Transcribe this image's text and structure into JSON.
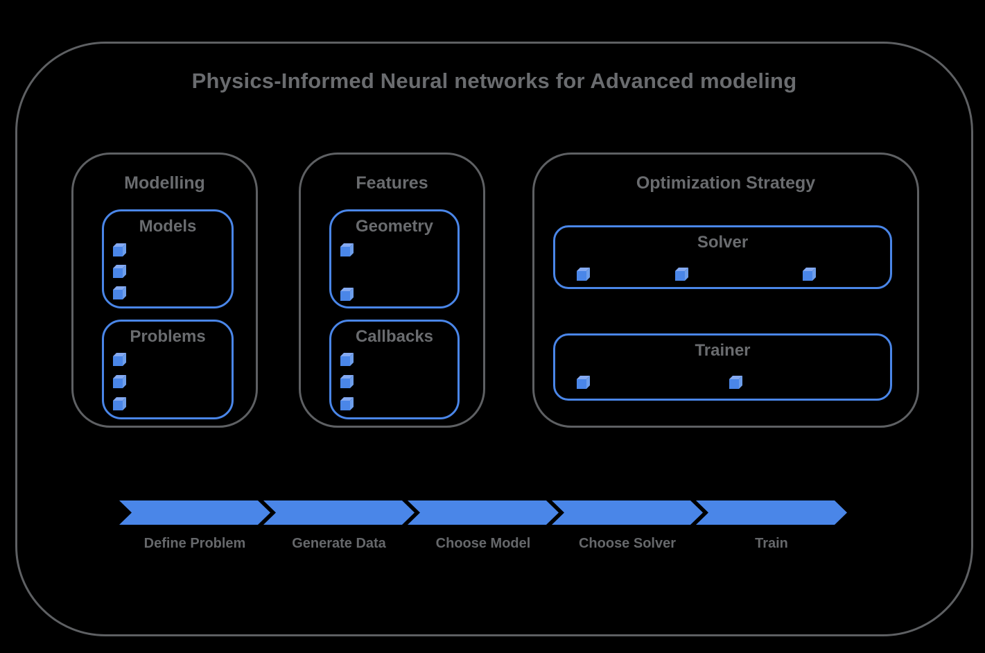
{
  "title": "Physics-Informed Neural networks for Advanced modeling",
  "colors": {
    "background": "#000000",
    "outline_gray": "#5e6063",
    "text_gray": "#6a6c6f",
    "accent_blue": "#4a86e8",
    "cube_front": "#4a86e8",
    "cube_top": "#85aaf2",
    "cube_side": "#6d9eeb"
  },
  "panels": [
    {
      "label": "Modelling",
      "groups": [
        {
          "label": "Models",
          "bullet_icon": "cube-icon",
          "bullet_count": 3
        },
        {
          "label": "Problems",
          "bullet_icon": "cube-icon",
          "bullet_count": 3
        }
      ]
    },
    {
      "label": "Features",
      "groups": [
        {
          "label": "Geometry",
          "bullet_icon": "cube-icon",
          "bullet_count": 2
        },
        {
          "label": "Callbacks",
          "bullet_icon": "cube-icon",
          "bullet_count": 3
        }
      ]
    },
    {
      "label": "Optimization Strategy",
      "groups": [
        {
          "label": "Solver",
          "bullet_icon": "cube-icon",
          "bullet_count": 3
        },
        {
          "label": "Trainer",
          "bullet_icon": "cube-icon",
          "bullet_count": 2
        }
      ]
    }
  ],
  "pipeline": {
    "steps": [
      {
        "label": "Define Problem"
      },
      {
        "label": "Generate Data"
      },
      {
        "label": "Choose Model"
      },
      {
        "label": "Choose Solver"
      },
      {
        "label": "Train"
      }
    ]
  }
}
